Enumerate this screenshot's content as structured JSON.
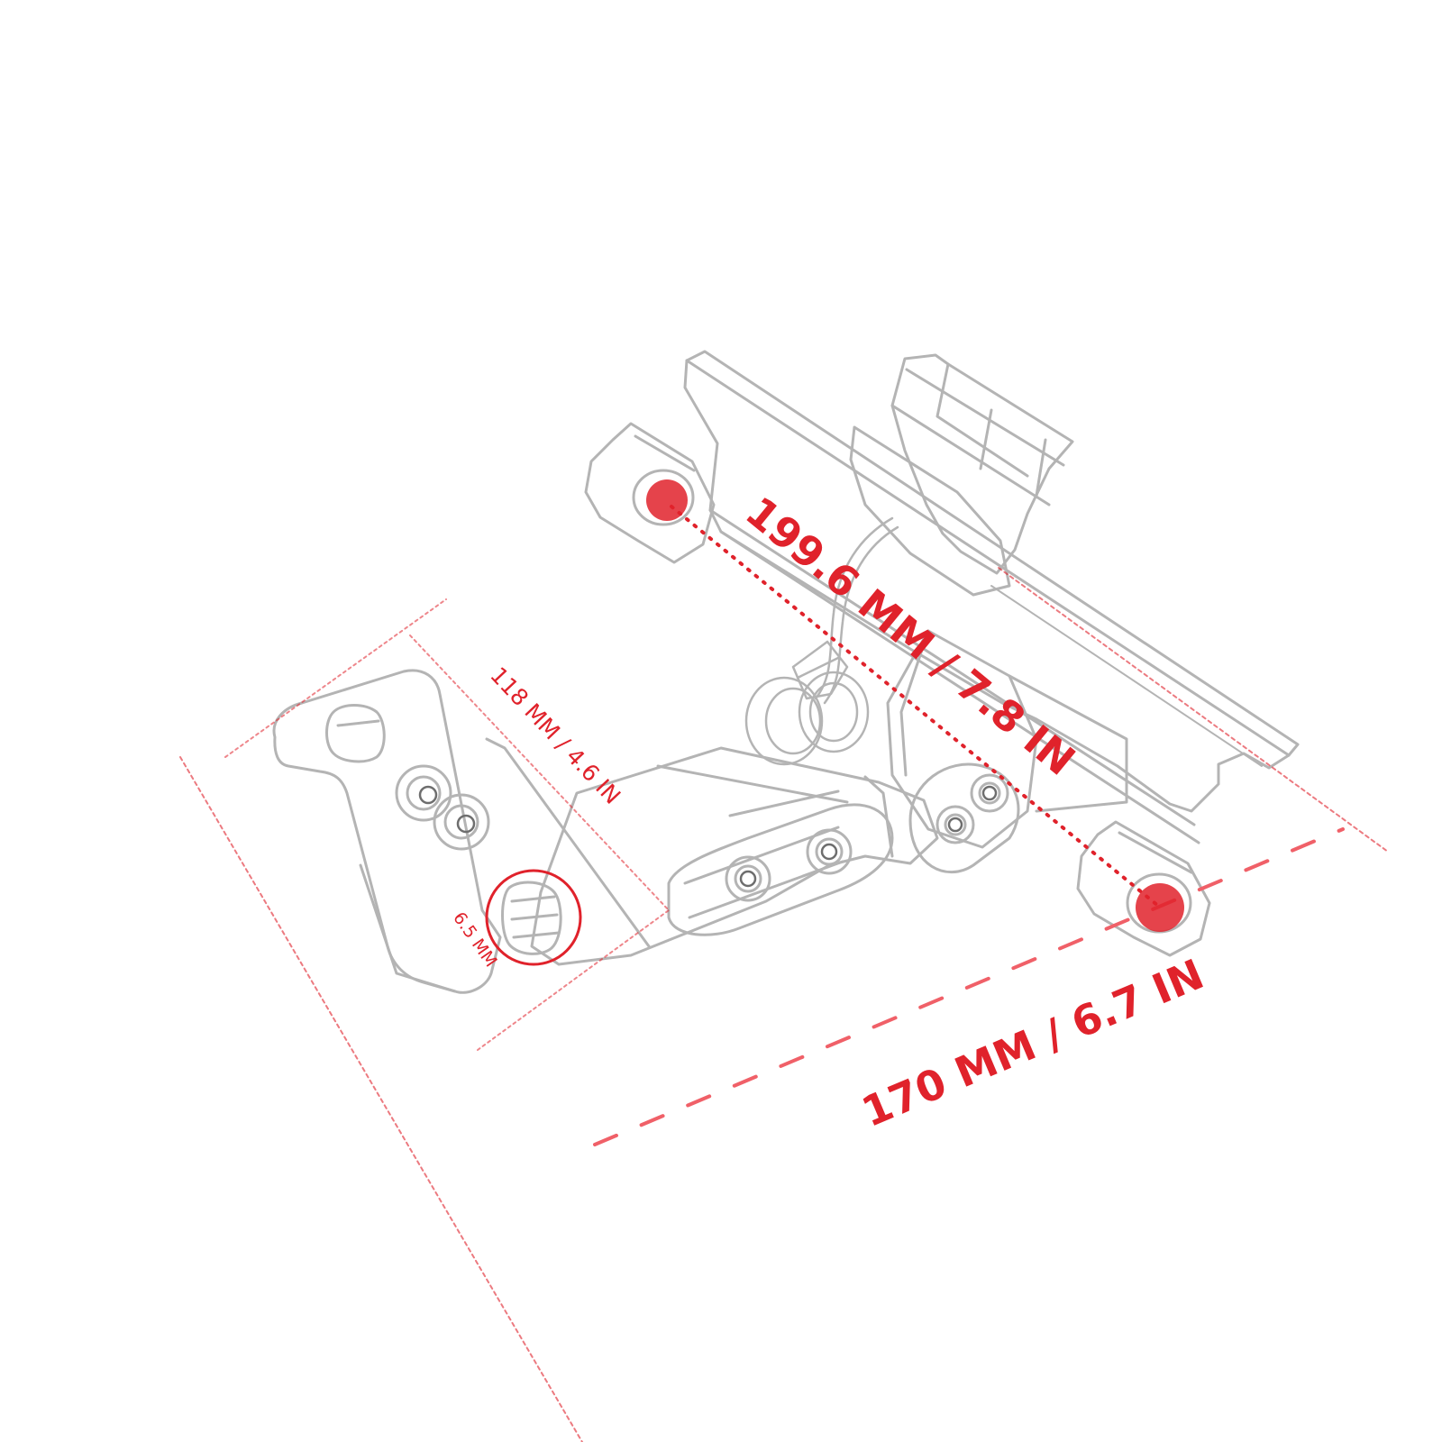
{
  "dimensions": {
    "hole_to_hole": "199.6 MM / 7.8 IN",
    "overall_width": "170 MM / 6.7 IN",
    "plate_length": "118 MM / 4.6 IN",
    "slot_diameter": "6.5 MM"
  },
  "colors": {
    "accent": "#e0222b",
    "accent_light": "#f06068",
    "outline": "#b4b4b4",
    "outline_dark": "#6e6e6e"
  },
  "icons": {
    "mount_hole_left": "red-dot-marker",
    "mount_hole_right": "red-dot-marker"
  }
}
